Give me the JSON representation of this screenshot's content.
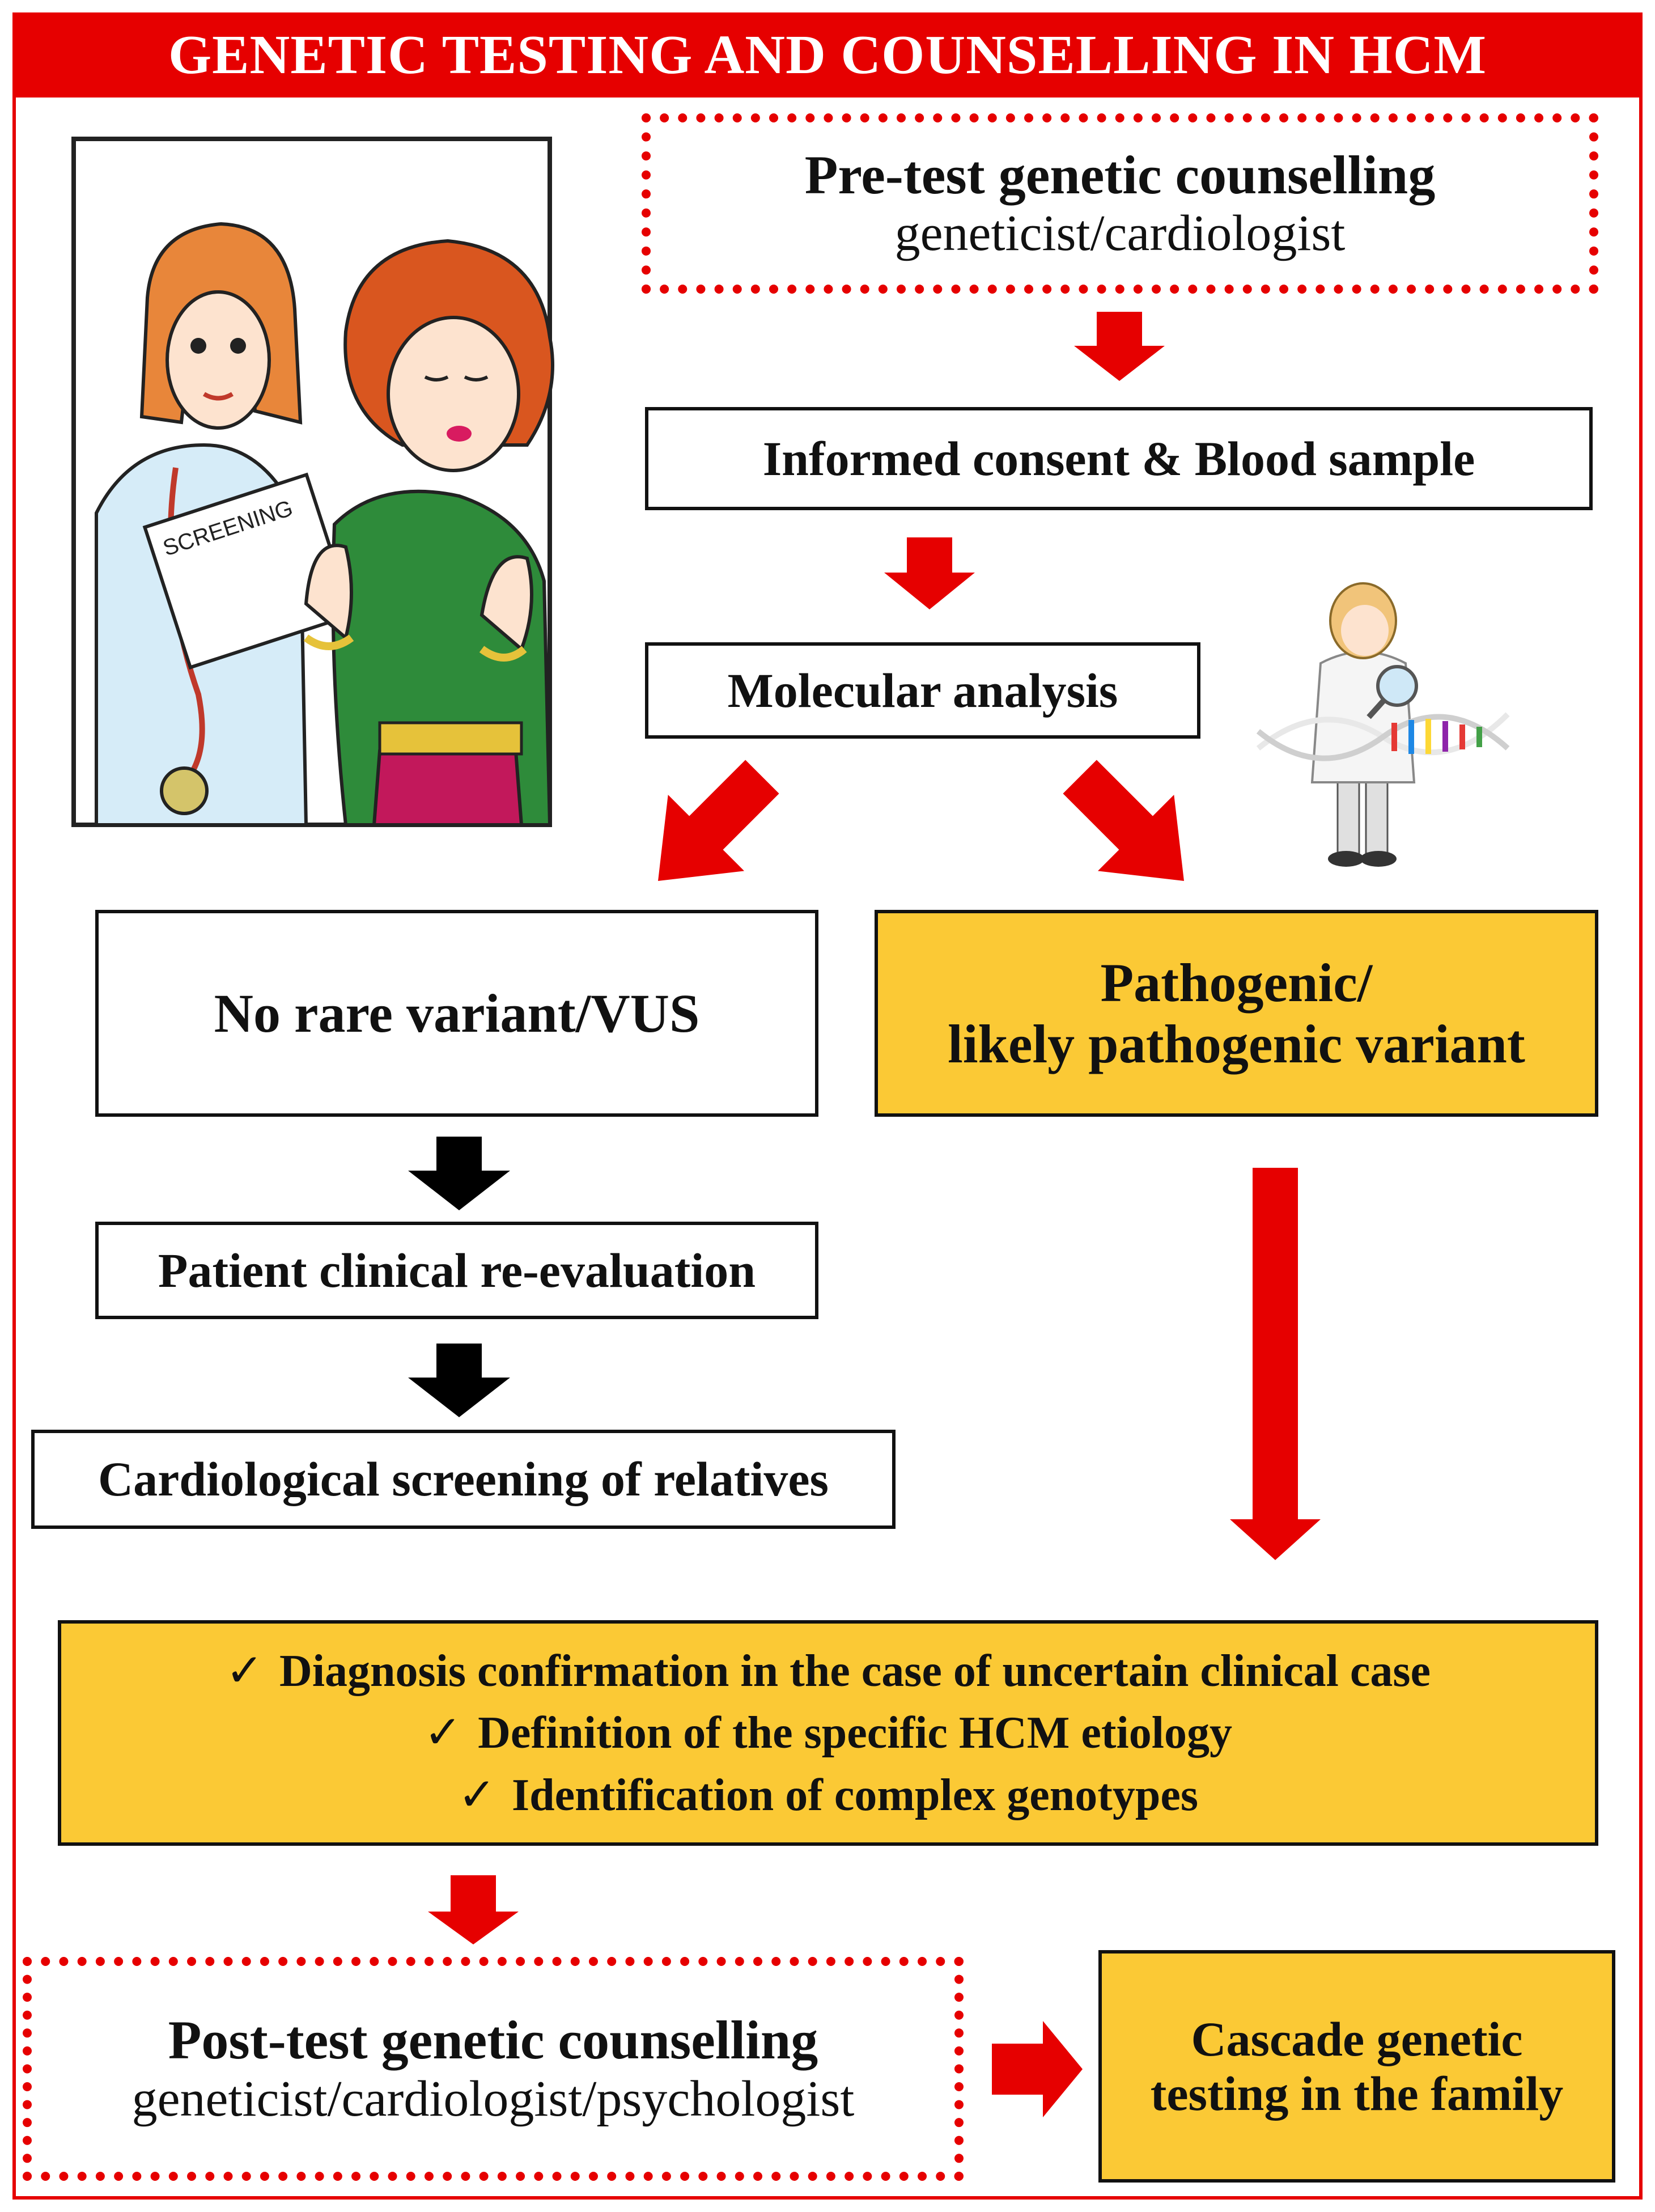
{
  "title": "GENETIC TESTING AND COUNSELLING IN HCM",
  "pretest": {
    "title": "Pre-test genetic counselling",
    "subtitle": "geneticist/cardiologist"
  },
  "consent": "Informed consent & Blood sample",
  "molecular": "Molecular analysis",
  "no_variant": "No rare variant/VUS",
  "pathogenic": {
    "line1": "Pathogenic/",
    "line2": "likely pathogenic variant"
  },
  "reevaluation": "Patient clinical re-evaluation",
  "screening": "Cardiological screening of relatives",
  "benefits": [
    "Diagnosis confirmation in the case of uncertain clinical case",
    "Definition of the specific HCM etiology",
    "Identification of complex genotypes"
  ],
  "posttest": {
    "title": "Post-test genetic counselling",
    "subtitle": "geneticist/cardiologist/psychologist"
  },
  "cascade": {
    "line1": "Cascade genetic",
    "line2": "testing in the family"
  },
  "illustration": {
    "paper_text": "SCREENING"
  },
  "colors": {
    "accent_red": "#e60000",
    "gold": "#fbc935",
    "arrow_black": "#000000"
  }
}
